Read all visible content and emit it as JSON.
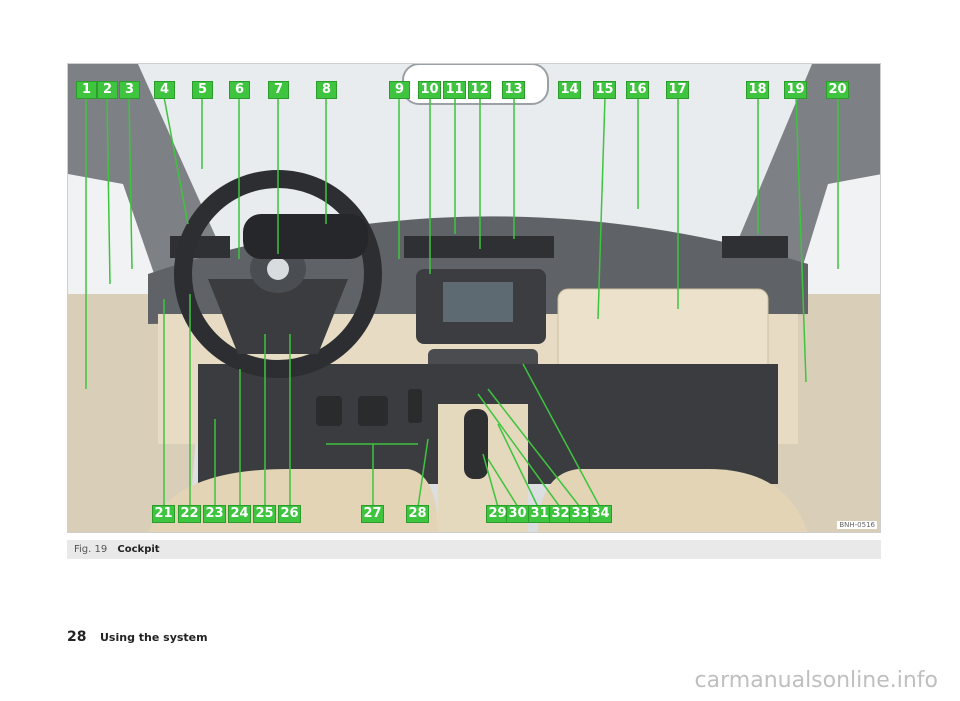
{
  "figure": {
    "callouts_top": [
      "1",
      "2",
      "3",
      "4",
      "5",
      "6",
      "7",
      "8",
      "9",
      "10",
      "11",
      "12",
      "13",
      "14",
      "15",
      "16",
      "17",
      "18",
      "19",
      "20"
    ],
    "callouts_bottom": [
      "21",
      "22",
      "23",
      "24",
      "25",
      "26",
      "27",
      "28",
      "29",
      "30",
      "31",
      "32",
      "33",
      "34"
    ],
    "image_code": "BNH-0516",
    "caption_number": "Fig. 19",
    "caption_title": "Cockpit",
    "colors": {
      "callout": "#3ec43e",
      "leader_line": "#3ec43e"
    }
  },
  "footer": {
    "page_number": "28",
    "section_title": "Using the system"
  },
  "watermark": {
    "text": "carmanualsonline.info"
  }
}
